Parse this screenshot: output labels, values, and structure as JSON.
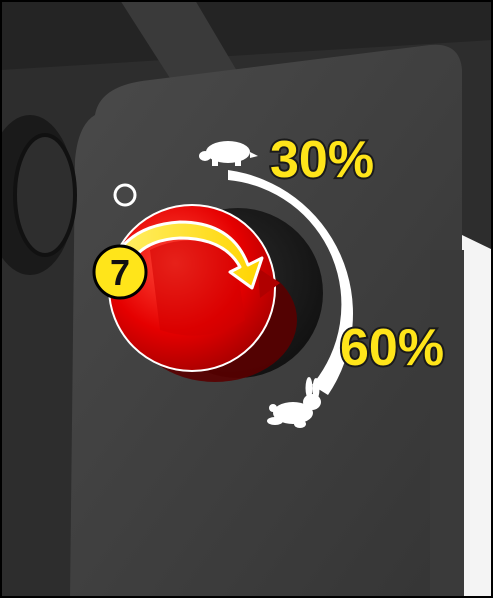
{
  "illustration": {
    "step_number": "7",
    "slow_label": "30%",
    "fast_label": "60%",
    "slow_icon": "turtle-icon",
    "fast_icon": "rabbit-icon",
    "reference_mark": "circle-mark",
    "rotation_arrow": "clockwise-arrow-icon"
  },
  "colors": {
    "panel": "#3f3f3f",
    "background": "#2a2a2a",
    "knob": "#e80000",
    "callout": "#ffe51a",
    "scale": "#ffffff",
    "border": "#000000"
  }
}
